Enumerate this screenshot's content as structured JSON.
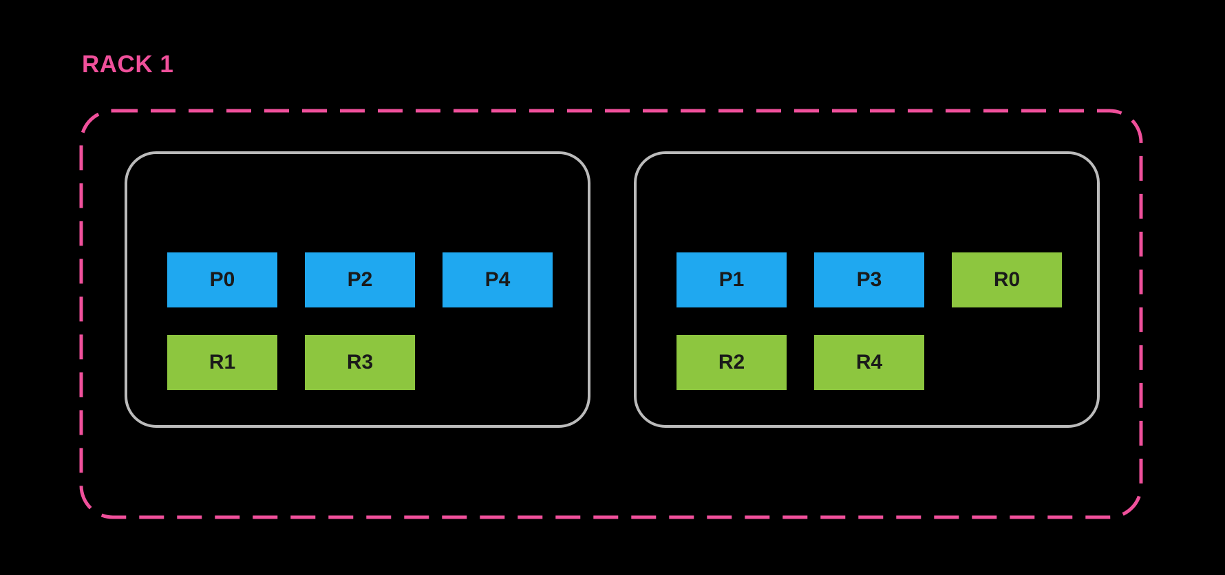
{
  "rack": {
    "label": "RACK 1"
  },
  "colors": {
    "background": "#000000",
    "rack_border": "#F0509B",
    "rack_label": "#F0509B",
    "node_border": "#BBBBBB",
    "primary": "#1FA8F0",
    "replica": "#8DC63F",
    "chip_text": "#1A1A1A"
  },
  "nodes": [
    {
      "rows": [
        [
          {
            "label": "P0",
            "kind": "primary"
          },
          {
            "label": "P2",
            "kind": "primary"
          },
          {
            "label": "P4",
            "kind": "primary"
          }
        ],
        [
          {
            "label": "R1",
            "kind": "replica"
          },
          {
            "label": "R3",
            "kind": "replica"
          }
        ]
      ]
    },
    {
      "rows": [
        [
          {
            "label": "P1",
            "kind": "primary"
          },
          {
            "label": "P3",
            "kind": "primary"
          },
          {
            "label": "R0",
            "kind": "replica"
          }
        ],
        [
          {
            "label": "R2",
            "kind": "replica"
          },
          {
            "label": "R4",
            "kind": "replica"
          }
        ]
      ]
    }
  ]
}
